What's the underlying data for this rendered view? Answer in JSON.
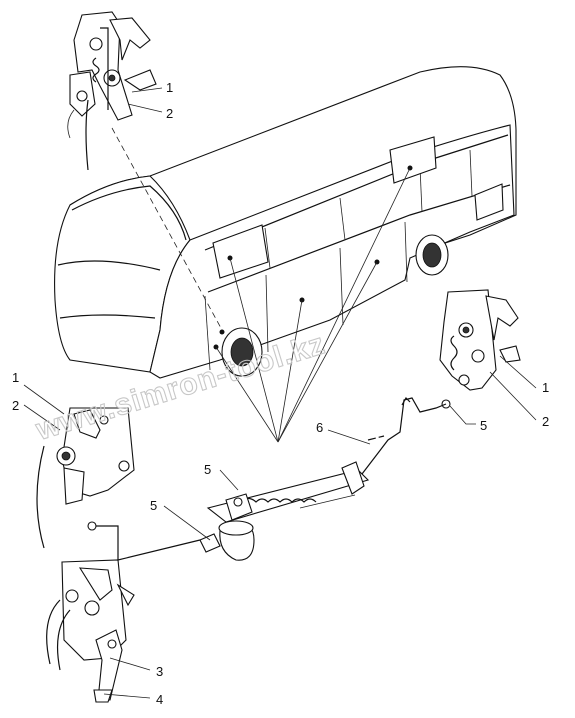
{
  "diagram": {
    "watermark": "www.simron-tool.kz",
    "callouts": [
      {
        "id": "c1-top",
        "text": "1"
      },
      {
        "id": "c2-top",
        "text": "2"
      },
      {
        "id": "c1-left",
        "text": "1"
      },
      {
        "id": "c2-left",
        "text": "2"
      },
      {
        "id": "c1-right",
        "text": "1"
      },
      {
        "id": "c2-right",
        "text": "2"
      },
      {
        "id": "c5-right",
        "text": "5"
      },
      {
        "id": "c5-center",
        "text": "5"
      },
      {
        "id": "c5-left",
        "text": "5"
      },
      {
        "id": "c6",
        "text": "6"
      },
      {
        "id": "c3",
        "text": "3"
      },
      {
        "id": "c4",
        "text": "4"
      }
    ]
  }
}
